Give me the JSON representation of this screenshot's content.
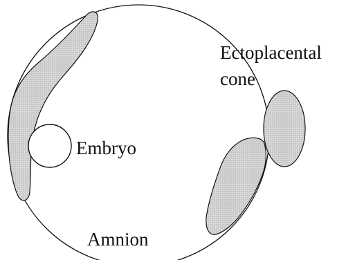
{
  "labels": {
    "embryo": "Embryo",
    "ectoplacental_line1": "Ectoplacental",
    "ectoplacental_line2": "cone",
    "amnion": "Amnion"
  },
  "colors": {
    "line": "#111111",
    "shade_fill": "#d8d8d8",
    "shade_dot": "#7a7a7a",
    "background": "#ffffff"
  }
}
